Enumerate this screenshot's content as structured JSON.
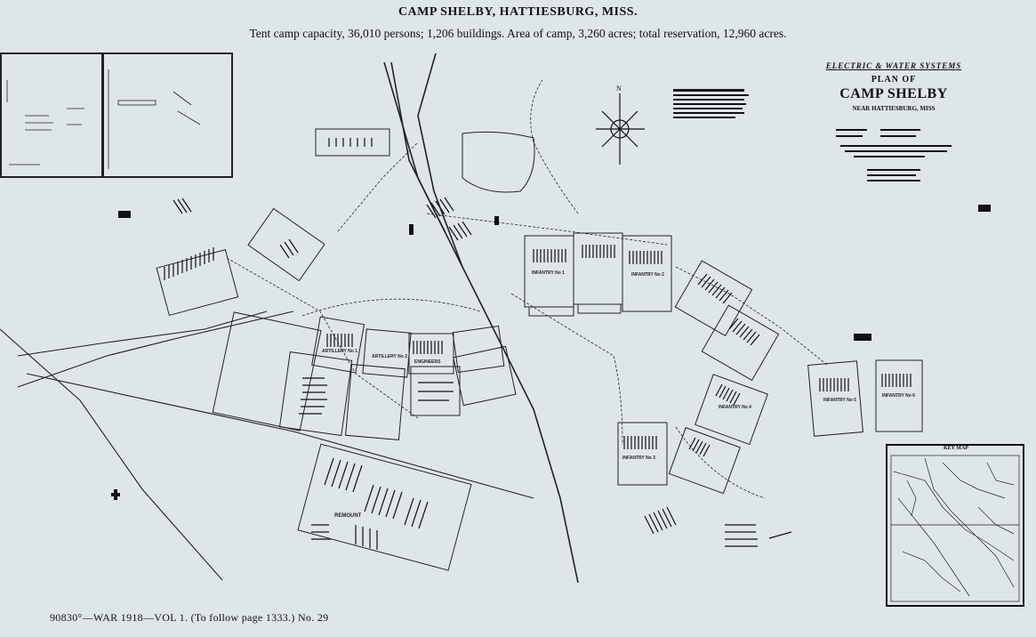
{
  "header": {
    "title": "CAMP SHELBY, HATTIESBURG, MISS.",
    "subtitle": "Tent camp capacity, 36,010 persons; 1,206 buildings.   Area of camp, 3,260 acres; total reservation, 12,960 acres."
  },
  "plan_block": {
    "line1": "ELECTRIC & WATER SYSTEMS",
    "line2": "PLAN OF",
    "line3": "CAMP SHELBY",
    "line4": "NEAR HATTIESBURG, MISS"
  },
  "compass": {
    "north_label": "N"
  },
  "key_map": {
    "title": "KEY MAP"
  },
  "labels": {
    "remount": "REMOUNT",
    "artillery_1": "ARTILLERY No 1",
    "artillery_2": "ARTILLERY No 2",
    "engineers": "ENGINEERS",
    "infantry_1": "INFANTRY No 1",
    "infantry_2": "INFANTRY No 2",
    "infantry_3": "INFANTRY No 3",
    "infantry_4": "INFANTRY No 4",
    "infantry_5": "INFANTRY No 5",
    "infantry_6": "INFANTRY No 6"
  },
  "footer": {
    "note": "90830°—WAR 1918—VOL 1.   (To follow page 1333.)   No. 29"
  },
  "colors": {
    "paper": "#dfe6ea",
    "ink": "#111111"
  }
}
